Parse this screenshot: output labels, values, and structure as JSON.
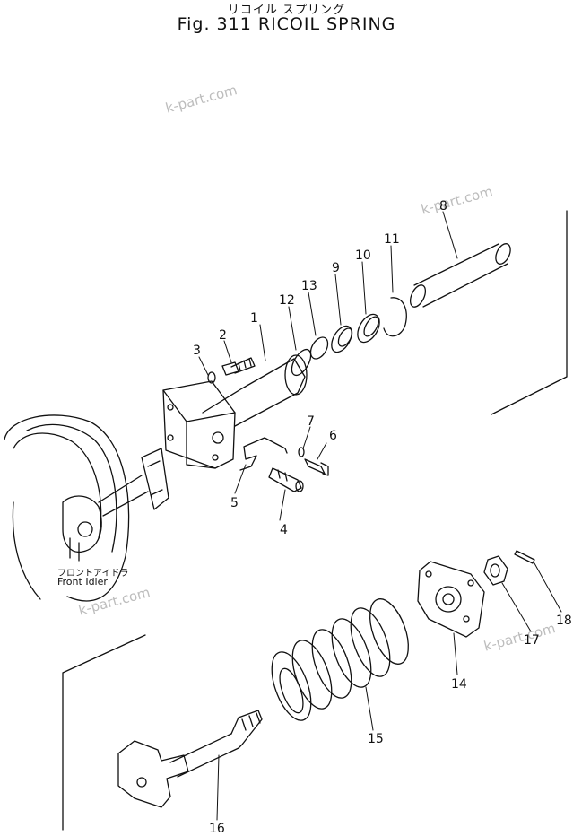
{
  "header": {
    "title_jp": "リコイル スプリング",
    "title_en": "Fig. 311 RICOIL SPRING"
  },
  "watermark": "k-part.com",
  "front_idler": {
    "label_jp": "フロントアイドラ",
    "label_en": "Front Idler"
  },
  "callouts": [
    "1",
    "2",
    "3",
    "4",
    "5",
    "6",
    "7",
    "8",
    "9",
    "10",
    "11",
    "12",
    "13",
    "14",
    "15",
    "16",
    "17",
    "18"
  ]
}
